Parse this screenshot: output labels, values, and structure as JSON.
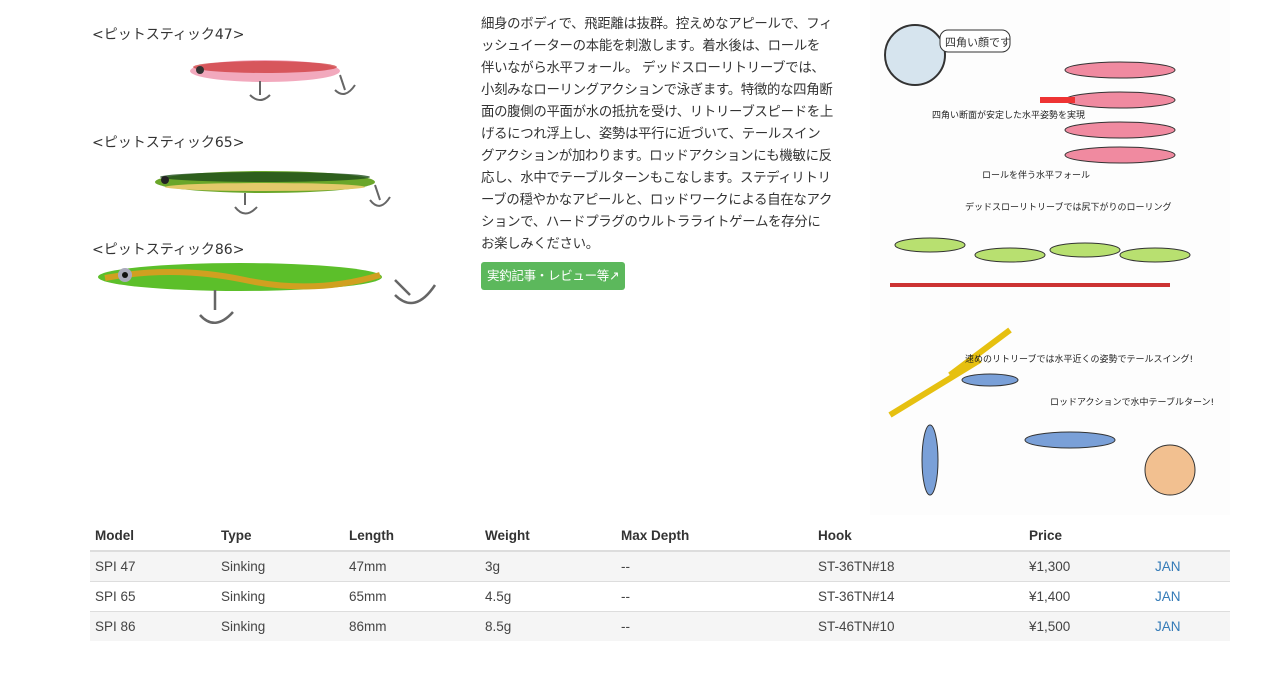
{
  "products": [
    {
      "label": "<ピットスティック47>",
      "body": "#f2a9bd",
      "back": "#c33",
      "belly": "#f7e2ea"
    },
    {
      "label": "<ピットスティック65>",
      "body": "#6aa62a",
      "back": "#1f4d1a",
      "belly": "#d8e7a0"
    },
    {
      "label": "<ピットスティック86>",
      "body": "#5cbf2a",
      "back": "#2a7a1a",
      "belly": "#d9ee9a"
    }
  ],
  "description": "細身のボディで、飛距離は抜群。控えめなアピールで、フィッシュイーターの本能を刺激します。着水後は、ロールを伴いながら水平フォール。 デッドスローリトリーブでは、小刻みなローリングアクションで泳ぎます。特徴的な四角断面の腹側の平面が水の抵抗を受け、リトリーブスピードを上げるにつれ浮上し、姿勢は平行に近づいて、テールスイングアクションが加わります。ロッドアクションにも機敏に反応し、水中でテーブルターンもこなします。ステディリトリーブの穏やかなアピールと、ロッドワークによる自在なアクションで、ハードプラグのウルトラライトゲームを存分にお楽しみください。",
  "review_button": "実釣記事・レビュー等",
  "illustration": {
    "captions": [
      "四角い顔です",
      "四角い断面が安定した水平姿勢を実現",
      "ロールを伴う水平フォール",
      "デッドスローリトリーブでは尻下がりのローリング",
      "速めのリトリーブでは水平近くの姿勢でテールスイング!",
      "ロッドアクションで水中テーブルターン!"
    ]
  },
  "table": {
    "headers": [
      "Model",
      "Type",
      "Length",
      "Weight",
      "Max Depth",
      "Hook",
      "Price",
      ""
    ],
    "rows": [
      [
        "SPI 47",
        "Sinking",
        "47mm",
        "3g",
        "--",
        "ST-36TN#18",
        "¥1,300",
        "JAN"
      ],
      [
        "SPI 65",
        "Sinking",
        "65mm",
        "4.5g",
        "--",
        "ST-36TN#14",
        "¥1,400",
        "JAN"
      ],
      [
        "SPI 86",
        "Sinking",
        "86mm",
        "8.5g",
        "--",
        "ST-46TN#10",
        "¥1,500",
        "JAN"
      ]
    ]
  },
  "colors": {
    "button": "#5cb85c",
    "link": "#337ab7"
  }
}
